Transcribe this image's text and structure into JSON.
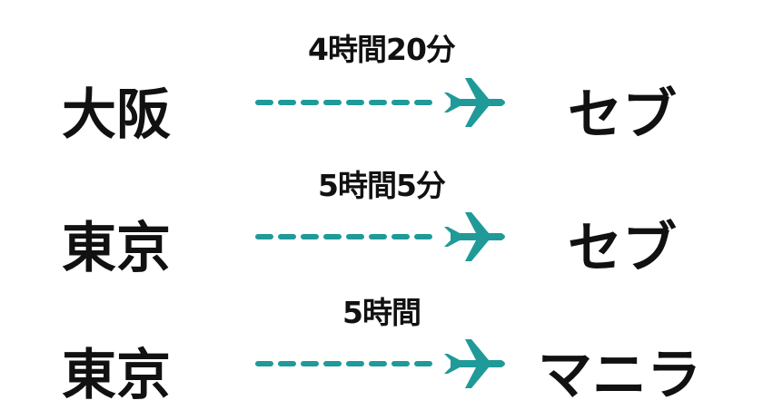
{
  "accent_color": "#1f9a99",
  "routes": [
    {
      "duration": "4時間20分",
      "from": "大阪",
      "to": "セブ",
      "icon": "airplane-icon"
    },
    {
      "duration": "5時間5分",
      "from": "東京",
      "to": "セブ",
      "icon": "airplane-icon"
    },
    {
      "duration": "5時間",
      "from": "東京",
      "to": "マニラ",
      "icon": "airplane-icon"
    }
  ]
}
